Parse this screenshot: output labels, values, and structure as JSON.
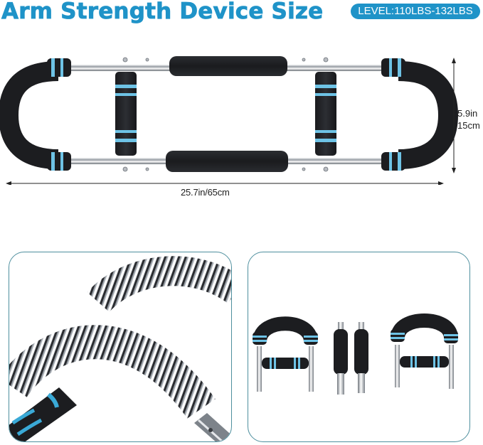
{
  "header": {
    "title": "Arm Strength Device Size",
    "level_badge": "LEVEL:110LBS-132LBS"
  },
  "dimensions": {
    "length": "25.7in/65cm",
    "height_in": "5.9in",
    "height_cm": "15cm"
  },
  "images": {
    "main_product": "arm-strength-device-assembled",
    "detail_left": "spring-closeup",
    "detail_right": "disassembled-parts"
  },
  "colors": {
    "brand_blue": "#1f93c8",
    "panel_border": "#4e8f9e",
    "foam_black": "#1c1d20",
    "accent_light_blue": "#6ec3e6",
    "chrome": "#c9cdd2"
  }
}
